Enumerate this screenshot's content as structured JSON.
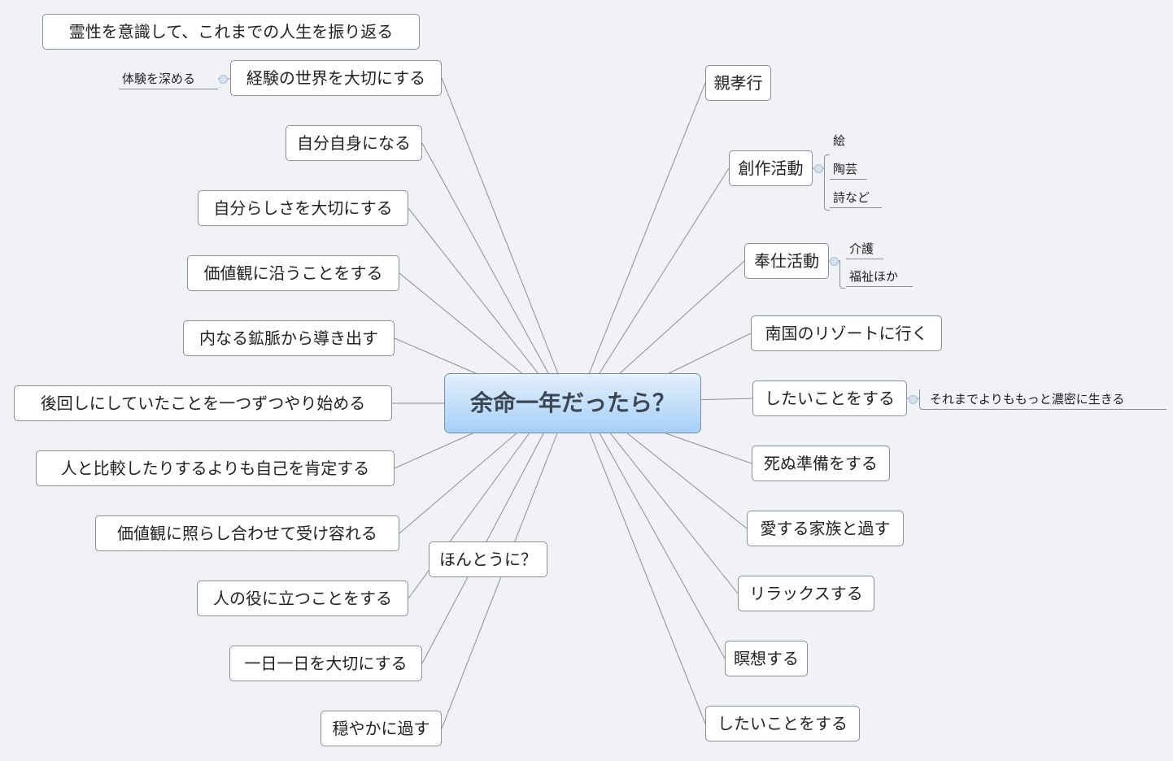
{
  "central_topic": "余命一年だったら？",
  "left_topics": [
    "霊性を意識して、これまでの人生を振り返る",
    "経験の世界を大切にする",
    "自分自身になる",
    "自分らしさを大切にする",
    "価値観に沿うことをする",
    "内なる鉱脈から導き出す",
    "後回しにしていたことを一つずつやり始める",
    "人と比較したりするよりも自己を肯定する",
    "価値観に照らし合わせて受け容れる",
    "人の役に立つことをする",
    "一日一日を大切にする",
    "穏やかに過す"
  ],
  "left_subtopics": {
    "experience": "体験を深める"
  },
  "floating_topic": "ほんとうに？",
  "right_topics": [
    "親孝行",
    "創作活動",
    "奉仕活動",
    "南国のリゾートに行く",
    "したいことをする",
    "死ぬ準備をする",
    "愛する家族と過す",
    "リラックスする",
    "瞑想する",
    "したいことをする"
  ],
  "right_subtopics": {
    "creative": [
      "絵",
      "陶芸",
      "詩など"
    ],
    "service": [
      "介護",
      "福祉ほか"
    ],
    "want": "それまでよりももっと濃密に生きる"
  },
  "colors": {
    "background": "#f0f2f6",
    "central_fill_top": "#e4f0fc",
    "central_fill_bottom": "#a5cff7",
    "line": "#8a8f96"
  }
}
